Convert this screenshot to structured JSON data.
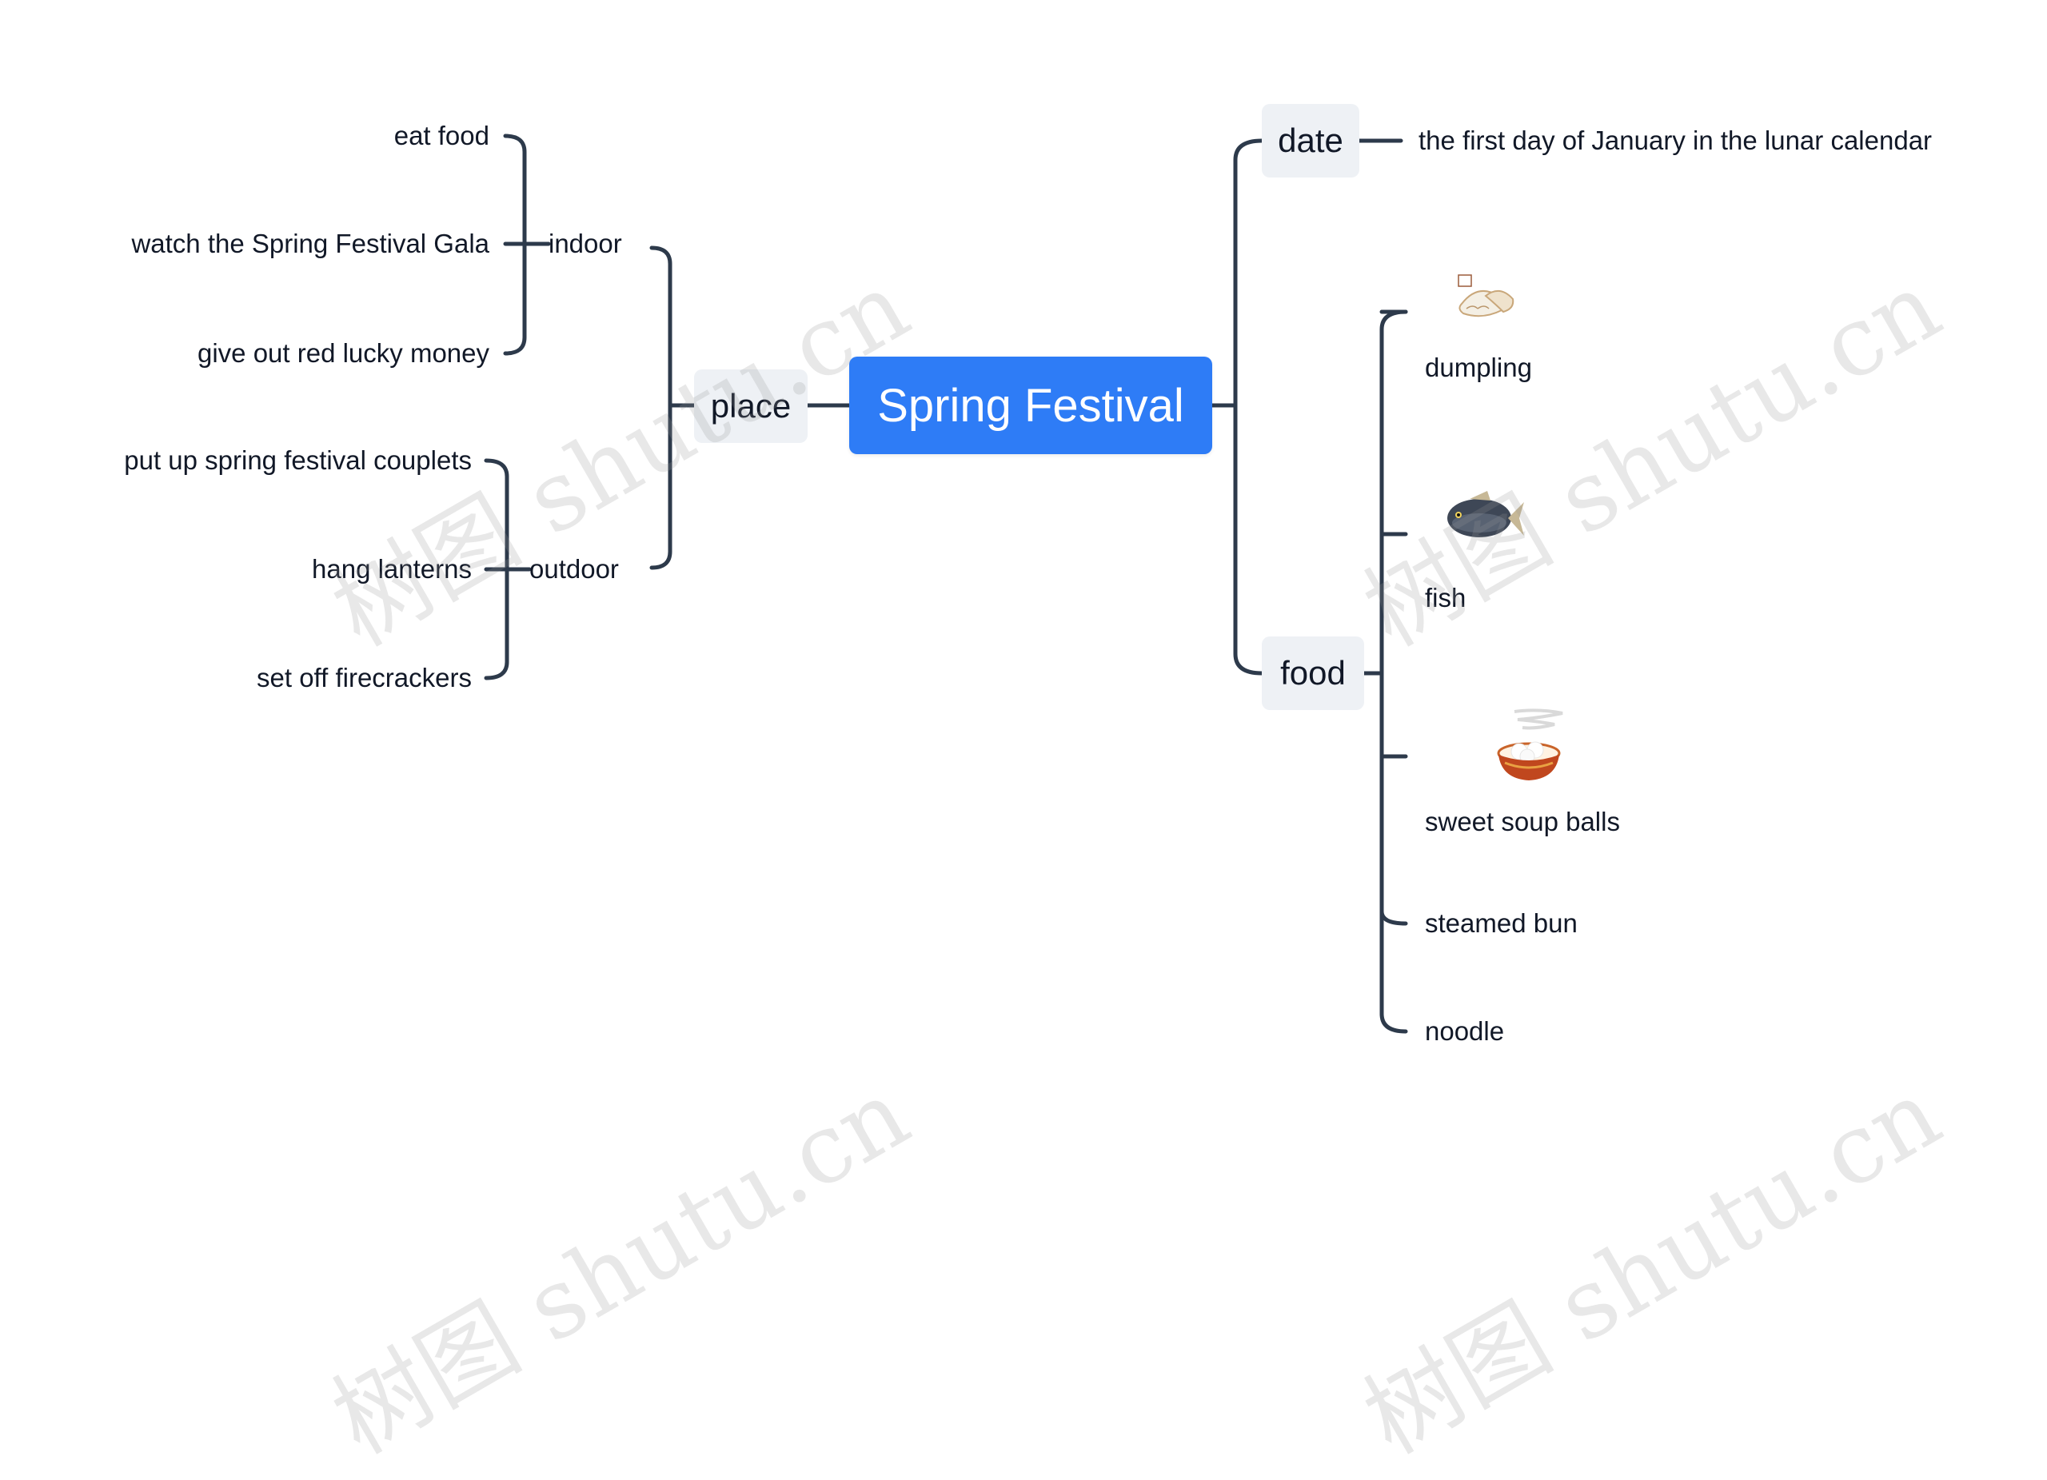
{
  "root": {
    "label": "Spring Festival"
  },
  "left": {
    "place": {
      "label": "place",
      "indoor": {
        "label": "indoor",
        "items": [
          "eat food",
          "watch the Spring Festival Gala",
          "give out red lucky money"
        ]
      },
      "outdoor": {
        "label": "outdoor",
        "items": [
          "put up spring festival couplets",
          "hang lanterns",
          "set off firecrackers"
        ]
      }
    }
  },
  "right": {
    "date": {
      "label": "date",
      "items": [
        "the first day of January in the lunar calendar"
      ]
    },
    "food": {
      "label": "food",
      "items": [
        "dumpling",
        "fish",
        "sweet soup balls",
        "steamed bun",
        "noodle"
      ],
      "icons": [
        "dumpling-icon",
        "fish-icon",
        "soup-bowl-icon"
      ]
    }
  },
  "watermark": {
    "text": "树图 shutu.cn"
  },
  "colors": {
    "root_bg": "#2e7cf6",
    "category_bg": "#eef1f5",
    "connector": "#2d3a4b"
  }
}
